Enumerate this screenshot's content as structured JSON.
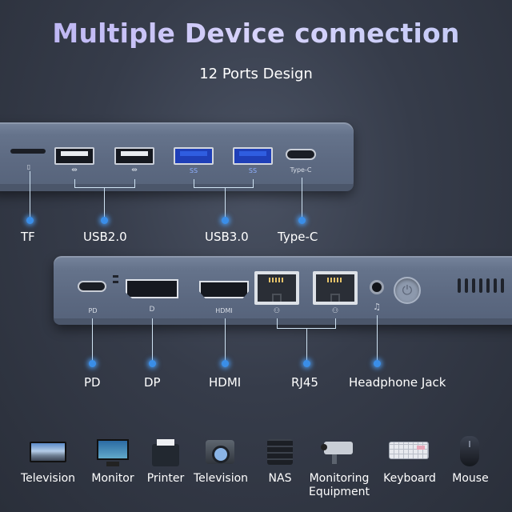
{
  "header": {
    "title": "Multiple Device connection",
    "subtitle": "12 Ports Design"
  },
  "top_ports": {
    "labels": {
      "tf": "TF",
      "usb2": "USB2.0",
      "usb3": "USB3.0",
      "typec": "Type-C"
    },
    "port_markings": {
      "usb3_a": "SS",
      "usb3_b": "SS",
      "typec": "Type-C"
    }
  },
  "bottom_ports": {
    "labels": {
      "pd": "PD",
      "dp": "DP",
      "hdmi": "HDMI",
      "rj45": "RJ45",
      "headphone": "Headphone Jack"
    },
    "port_markings": {
      "pd": "PD",
      "hdmi": "HDMI"
    }
  },
  "devices": [
    {
      "label": "Television",
      "icon": "television-icon"
    },
    {
      "label": "Monitor",
      "icon": "monitor-icon"
    },
    {
      "label": "Printer",
      "icon": "printer-icon"
    },
    {
      "label": "Television",
      "icon": "projector-icon"
    },
    {
      "label": "NAS",
      "icon": "nas-icon"
    },
    {
      "label": "Monitoring Equipment",
      "icon": "security-camera-icon"
    },
    {
      "label": "Keyboard",
      "icon": "keyboard-icon"
    },
    {
      "label": "Mouse",
      "icon": "mouse-icon"
    }
  ],
  "colors": {
    "title_gradient": "#c9c6f5",
    "connector_dot": "#3a8ee8",
    "connector_line": "#cfe3f3",
    "device_body": "#5d6a82",
    "usb3_port": "#1f3fb8"
  }
}
